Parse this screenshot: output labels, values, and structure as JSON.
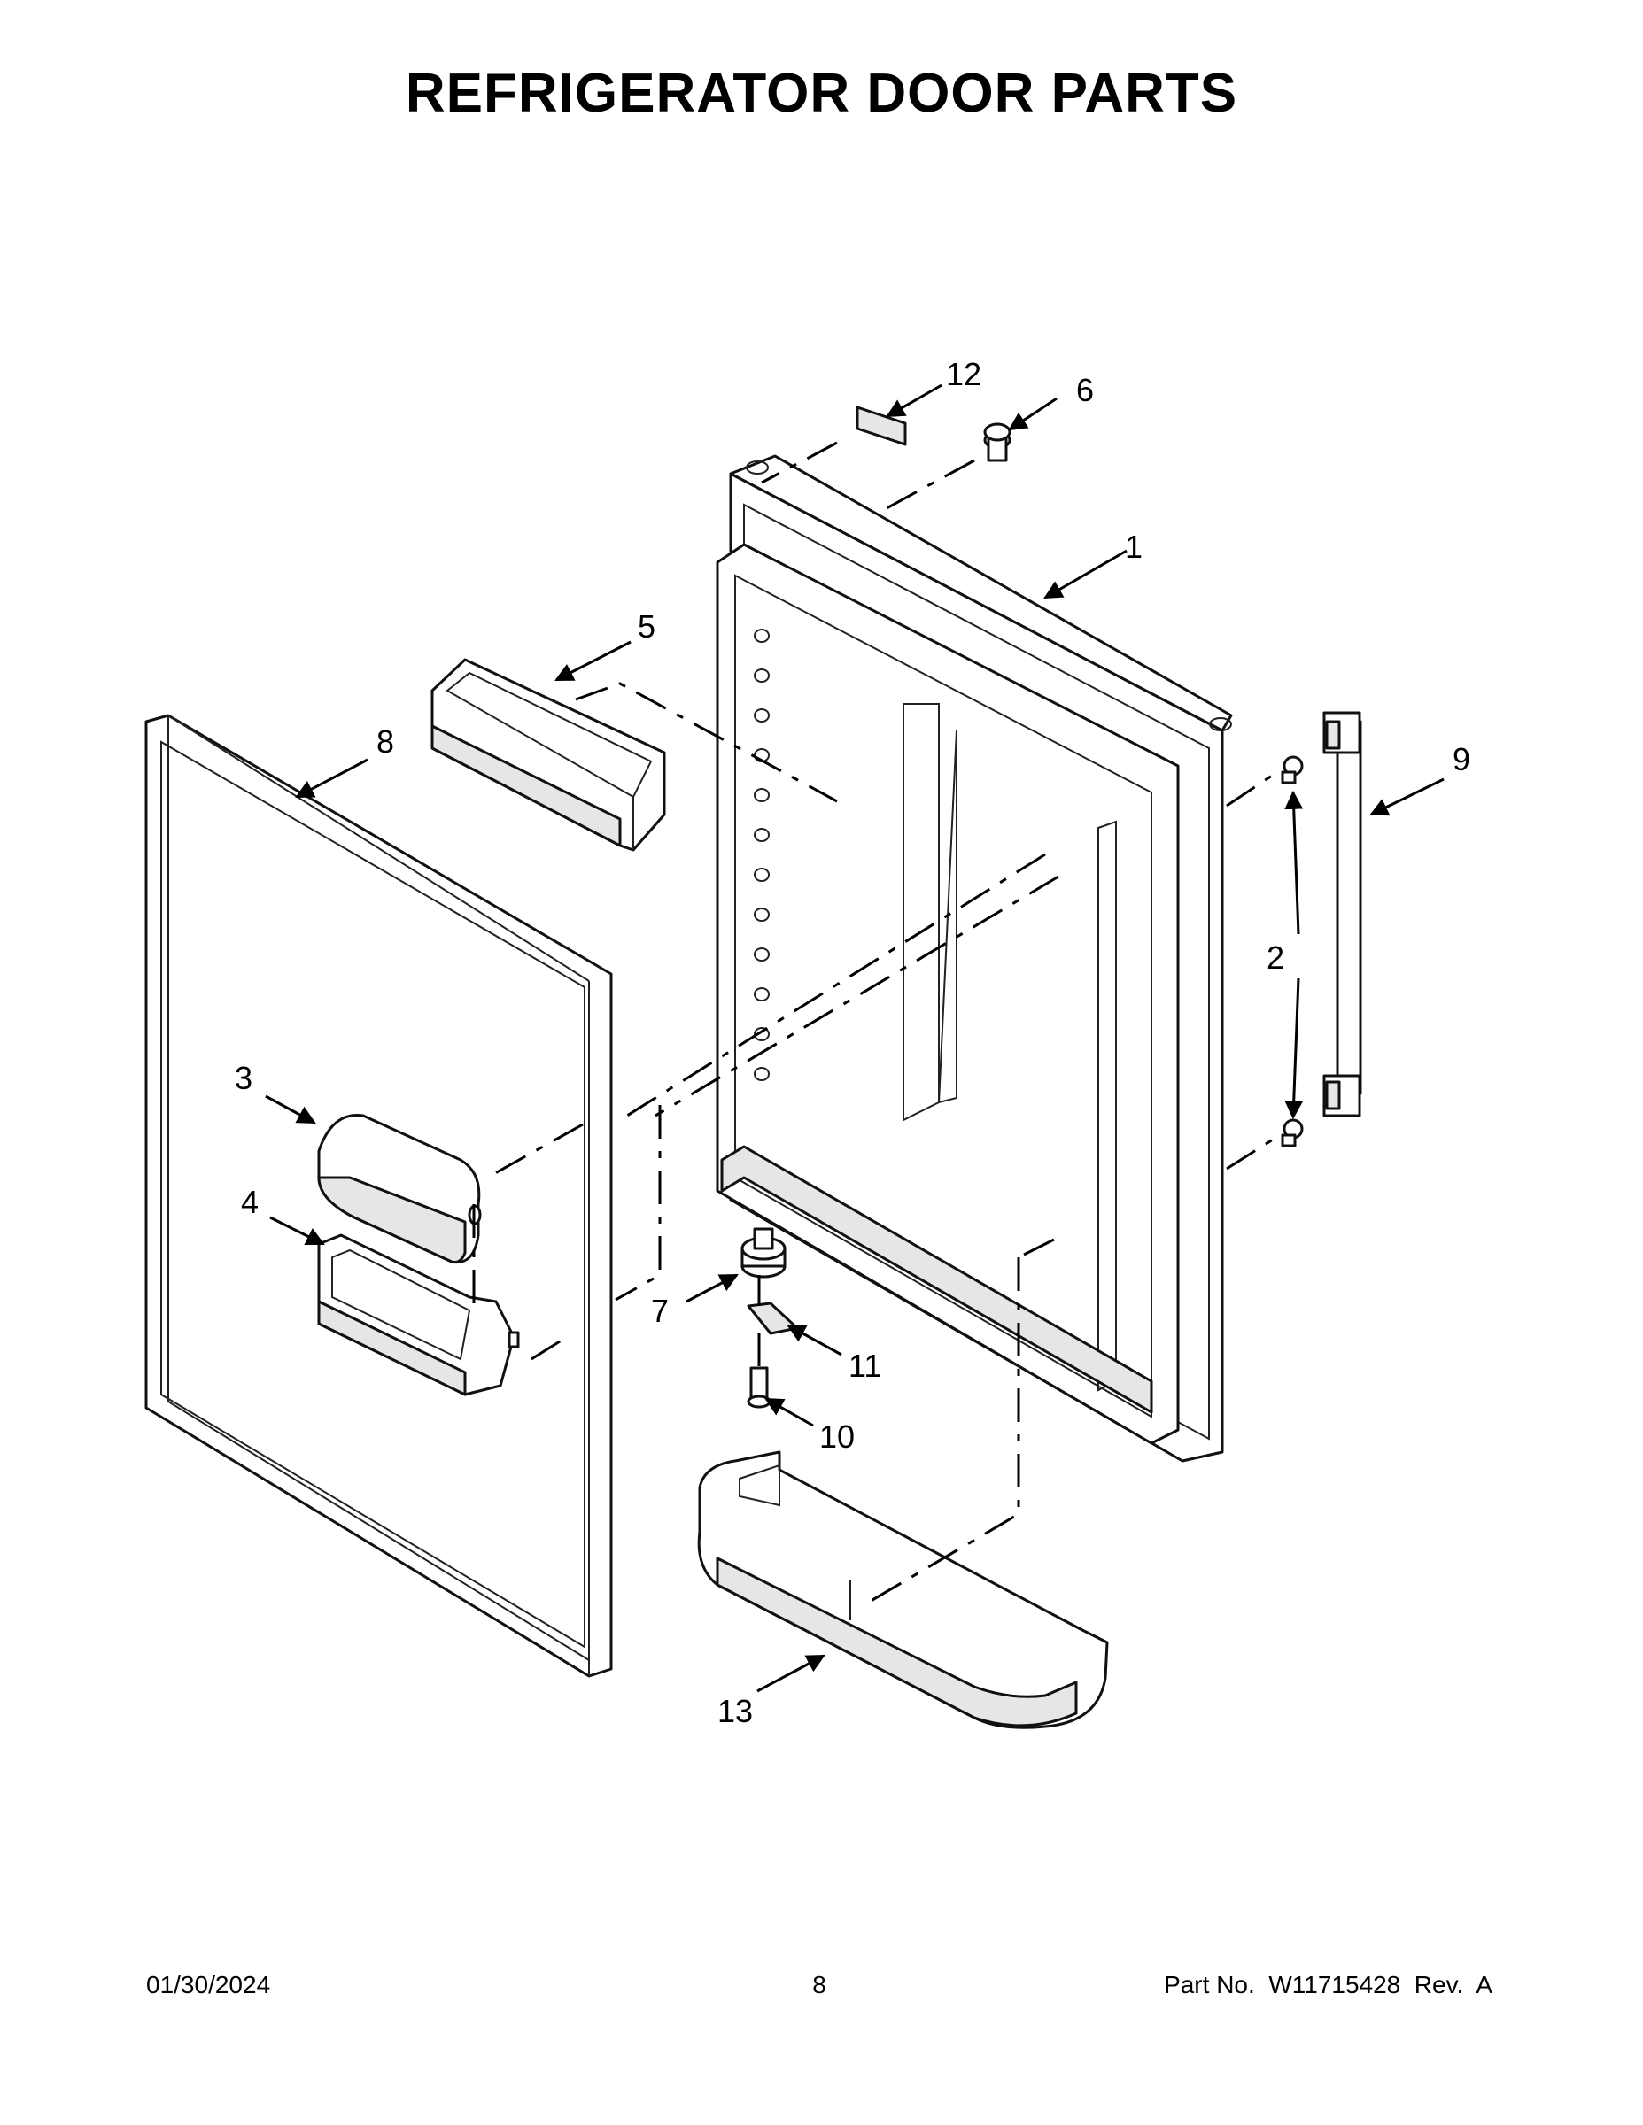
{
  "title": "REFRIGERATOR DOOR PARTS",
  "footer": {
    "date": "01/30/2024",
    "page_number": "8",
    "part_no": "Part No.  W11715428  Rev.  A"
  },
  "callouts": {
    "c1": "1",
    "c2": "2",
    "c3": "3",
    "c4": "4",
    "c5": "5",
    "c6": "6",
    "c7": "7",
    "c8": "8",
    "c9": "9",
    "c10": "10",
    "c11": "11",
    "c12": "12",
    "c13": "13"
  }
}
